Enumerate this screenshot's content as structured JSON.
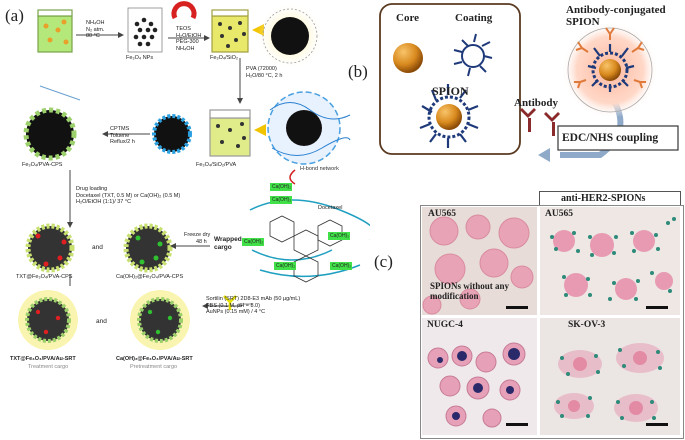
{
  "panel_labels": {
    "a": "(a)",
    "b": "(b)",
    "c": "(c)"
  },
  "panel_a": {
    "step1_reagents": [
      "NH₄OH",
      "N₂ atm.",
      "80 °C"
    ],
    "fe3o4_nps": "Fe₃O₄ NPs",
    "step2_reagents": [
      "TEOS",
      "H₂O/EtOH",
      "PEG-300",
      "NH₄OH"
    ],
    "fe3o4_sio2": "Fe₃O₄/SiO₂",
    "pva_step": [
      "PVA (72000)",
      "H₂O/80 °C, 2 h"
    ],
    "cptms_step": [
      "CPTMS",
      "Toluene",
      "Reflux/2 h"
    ],
    "fe3o4_pva_cps": "Fe₃O₄/PVA-CPS",
    "fe3o4_sio2_pva": "Fe₃O₄/SiO₂/PVA",
    "drug_loading": [
      "Drug loading",
      "Docetaxel (TXT, 0.5 M) or Ca(OH)₂ (0.5 M)",
      "H₂O/EtOH (1:1)/ 37 °C"
    ],
    "hbond": "H-bond network",
    "docetaxel": "Docetaxel",
    "caoh": "Ca(OH)₂",
    "and": "and",
    "txt_pva_cps": "TXT@Fe₃O₄/PVA-CPS",
    "ca_pva_cps": "Ca(OH)₂@Fe₃O₄/PVA-CPS",
    "freeze_dry": [
      "Freeze dry",
      "48 h"
    ],
    "wrapped_cargo": [
      "Wrapped",
      "cargo"
    ],
    "sortilin_step": [
      "Sortilin (SRT) 2D8-E3 mAb (50 µg/mL)",
      "PBS (0.1 M, pH = 8.0)",
      "AuNPs (0.15 mM) / 4 °C"
    ],
    "txt_au_srt": "TXT@Fe₃O₄/PVA/Au-SRT",
    "ca_au_srt": "Ca(OH)₂@Fe₃O₄/PVA/Au-SRT",
    "treatment": "Treatment cargo",
    "pretreatment": "Pretreatment cargo"
  },
  "panel_b": {
    "core": "Core",
    "coating": "Coating",
    "spion": "SPION",
    "antibody": "Antibody",
    "conjugated": [
      "Antibody-conjugated",
      "SPION"
    ],
    "coupling": "EDC/NHS coupling"
  },
  "panel_c": {
    "header": "anti-HER2-SPIONs",
    "cells": [
      {
        "label": "AU565",
        "caption": [
          "SPIONs without any",
          "modification"
        ]
      },
      {
        "label": "AU565",
        "caption": []
      },
      {
        "label": "NUGC-4",
        "caption": []
      },
      {
        "label": "SK-OV-3",
        "caption": []
      }
    ]
  },
  "colors": {
    "core": "#d98a1e",
    "coating": "#1f3a7a",
    "antibody": "#8b2a2a",
    "stain": "#e39bb0",
    "iron": "#2e8b7a"
  }
}
